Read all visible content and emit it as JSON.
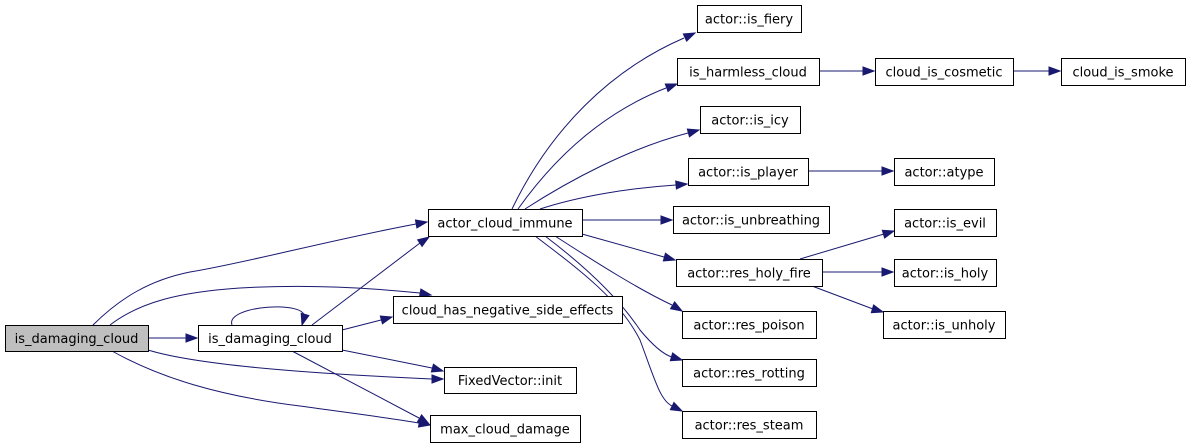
{
  "diagram": {
    "type": "call-graph",
    "colors": {
      "edge": "#191970",
      "root_fill": "#bfbfbf",
      "node_fill": "#ffffff",
      "border": "#000000"
    },
    "nodes": [
      {
        "id": "root",
        "label": "is_damaging_cloud",
        "highlighted": true
      },
      {
        "id": "idc2",
        "label": "is_damaging_cloud"
      },
      {
        "id": "aci",
        "label": "actor_cloud_immune"
      },
      {
        "id": "chnse",
        "label": "cloud_has_negative_side_effects"
      },
      {
        "id": "fvi",
        "label": "FixedVector::init"
      },
      {
        "id": "mcd",
        "label": "max_cloud_damage"
      },
      {
        "id": "fiery",
        "label": "actor::is_fiery"
      },
      {
        "id": "ihc",
        "label": "is_harmless_cloud"
      },
      {
        "id": "cic",
        "label": "cloud_is_cosmetic"
      },
      {
        "id": "cis",
        "label": "cloud_is_smoke"
      },
      {
        "id": "icy",
        "label": "actor::is_icy"
      },
      {
        "id": "player",
        "label": "actor::is_player"
      },
      {
        "id": "atype",
        "label": "actor::atype"
      },
      {
        "id": "unbr",
        "label": "actor::is_unbreathing"
      },
      {
        "id": "evil",
        "label": "actor::is_evil"
      },
      {
        "id": "rhf",
        "label": "actor::res_holy_fire"
      },
      {
        "id": "holy",
        "label": "actor::is_holy"
      },
      {
        "id": "rpoi",
        "label": "actor::res_poison"
      },
      {
        "id": "unholy",
        "label": "actor::is_unholy"
      },
      {
        "id": "rrot",
        "label": "actor::res_rotting"
      },
      {
        "id": "rsteam",
        "label": "actor::res_steam"
      }
    ],
    "edges": [
      {
        "id": "e-root-aci",
        "from": "root",
        "to": "aci"
      },
      {
        "id": "e-root-chnse",
        "from": "root",
        "to": "chnse"
      },
      {
        "id": "e-root-idc2",
        "from": "root",
        "to": "idc2"
      },
      {
        "id": "e-root-fvi",
        "from": "root",
        "to": "fvi"
      },
      {
        "id": "e-root-mcd",
        "from": "root",
        "to": "mcd"
      },
      {
        "id": "e-idc2-self",
        "from": "idc2",
        "to": "idc2"
      },
      {
        "id": "e-idc2-aci",
        "from": "idc2",
        "to": "aci"
      },
      {
        "id": "e-idc2-chnse",
        "from": "idc2",
        "to": "chnse"
      },
      {
        "id": "e-idc2-fvi",
        "from": "idc2",
        "to": "fvi"
      },
      {
        "id": "e-idc2-mcd",
        "from": "idc2",
        "to": "mcd"
      },
      {
        "id": "e-aci-fiery",
        "from": "aci",
        "to": "fiery"
      },
      {
        "id": "e-aci-ihc",
        "from": "aci",
        "to": "ihc"
      },
      {
        "id": "e-aci-icy",
        "from": "aci",
        "to": "icy"
      },
      {
        "id": "e-aci-player",
        "from": "aci",
        "to": "player"
      },
      {
        "id": "e-aci-unbr",
        "from": "aci",
        "to": "unbr"
      },
      {
        "id": "e-aci-rhf",
        "from": "aci",
        "to": "rhf"
      },
      {
        "id": "e-aci-rpoi",
        "from": "aci",
        "to": "rpoi"
      },
      {
        "id": "e-aci-rrot",
        "from": "aci",
        "to": "rrot"
      },
      {
        "id": "e-aci-rsteam",
        "from": "aci",
        "to": "rsteam"
      },
      {
        "id": "e-ihc-cic",
        "from": "ihc",
        "to": "cic"
      },
      {
        "id": "e-cic-cis",
        "from": "cic",
        "to": "cis"
      },
      {
        "id": "e-player-atype",
        "from": "player",
        "to": "atype"
      },
      {
        "id": "e-rhf-evil",
        "from": "rhf",
        "to": "evil"
      },
      {
        "id": "e-rhf-holy",
        "from": "rhf",
        "to": "holy"
      },
      {
        "id": "e-rhf-unholy",
        "from": "rhf",
        "to": "unholy"
      }
    ]
  }
}
